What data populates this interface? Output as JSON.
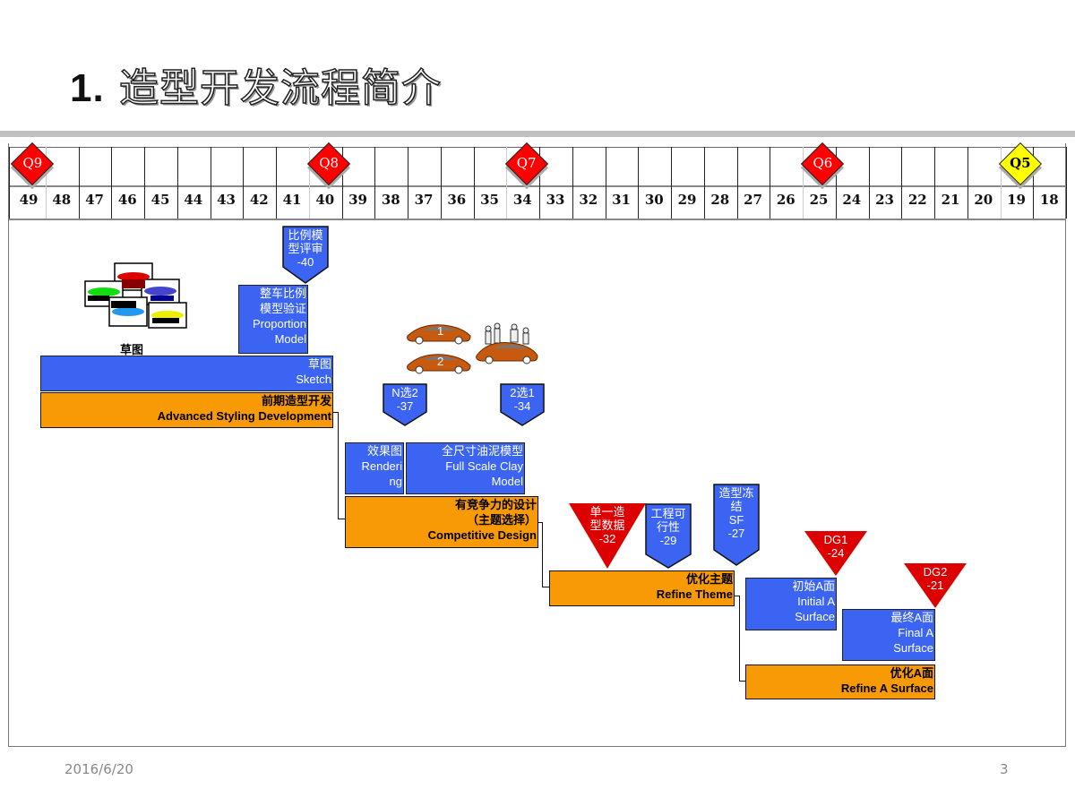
{
  "slide": {
    "title_number": "1.",
    "title_text": "造型开发流程简介",
    "footer_date": "2016/6/20",
    "page_number": "3"
  },
  "timeline": {
    "weeks": [
      "49",
      "48",
      "47",
      "46",
      "45",
      "44",
      "43",
      "42",
      "41",
      "40",
      "39",
      "38",
      "37",
      "36",
      "35",
      "34",
      "33",
      "32",
      "31",
      "30",
      "29",
      "28",
      "27",
      "26",
      "25",
      "24",
      "23",
      "22",
      "21",
      "20",
      "19",
      "18"
    ],
    "quality_gates": [
      {
        "label": "Q9",
        "week": 49,
        "color": "#ff0000"
      },
      {
        "label": "Q8",
        "week": 40,
        "color": "#ff0000"
      },
      {
        "label": "Q7",
        "week": 34,
        "color": "#ff0000"
      },
      {
        "label": "Q6",
        "week": 25,
        "color": "#ff0000"
      },
      {
        "label": "Q5",
        "week": 19,
        "color": "#ffff00"
      }
    ]
  },
  "illustrations": {
    "sketch_caption": "草图",
    "car_label_1": "1",
    "car_label_2": "2"
  },
  "phases": {
    "sketch": {
      "cn": "草图",
      "en": "Sketch",
      "color": "#3b64f2"
    },
    "advanced": {
      "cn": "前期造型开发",
      "en": "Advanced Styling Development",
      "color": "#f79a05"
    },
    "proportion": {
      "cn1": "整车比例",
      "cn2": "模型验证",
      "en1": "Proportion",
      "en2": "Model"
    },
    "rendering": {
      "cn": "效果图",
      "en1": "Renderi",
      "en2": "ng"
    },
    "clay": {
      "cn": "全尺寸油泥模型",
      "en1": "Full Scale Clay",
      "en2": "Model"
    },
    "competitive": {
      "cn1": "有竞争力的设计",
      "cn2": "（主题选择）",
      "en": "Competitive Design"
    },
    "refine_theme": {
      "cn": "优化主题",
      "en": "Refine Theme"
    },
    "initial_a": {
      "cn": "初始A面",
      "en1": "Initial A",
      "en2": "Surface"
    },
    "final_a": {
      "cn": "最终A面",
      "en1": "Final A",
      "en2": "Surface"
    },
    "refine_a": {
      "cn": "优化A面",
      "en": "Refine A Surface"
    }
  },
  "milestones": [
    {
      "id": "proportion_review",
      "line1": "比例模",
      "line2": "型评审",
      "line3": "-40",
      "shape": "pentagon",
      "color": "#3b64f2"
    },
    {
      "id": "n_to_2",
      "line1": "N选2",
      "line2": "-37",
      "shape": "pentagon",
      "color": "#3b64f2"
    },
    {
      "id": "two_to_1",
      "line1": "2选1",
      "line2": "-34",
      "shape": "pentagon",
      "color": "#3b64f2"
    },
    {
      "id": "single_data",
      "line1": "单一造",
      "line2": "型数据",
      "line3": "-32",
      "shape": "triangle",
      "color": "#dd0000"
    },
    {
      "id": "feasibility",
      "line1": "工程可",
      "line2": "行性",
      "line3": "-29",
      "shape": "pentagon",
      "color": "#3b64f2"
    },
    {
      "id": "styling_freeze",
      "line1": "造型冻",
      "line2": "结",
      "line3": "SF",
      "line4": "-27",
      "shape": "pentagon",
      "color": "#3b64f2"
    },
    {
      "id": "dg1",
      "line1": "DG1",
      "line2": "-24",
      "shape": "triangle",
      "color": "#dd0000"
    },
    {
      "id": "dg2",
      "line1": "DG2",
      "line2": "-21",
      "shape": "triangle",
      "color": "#dd0000"
    }
  ]
}
